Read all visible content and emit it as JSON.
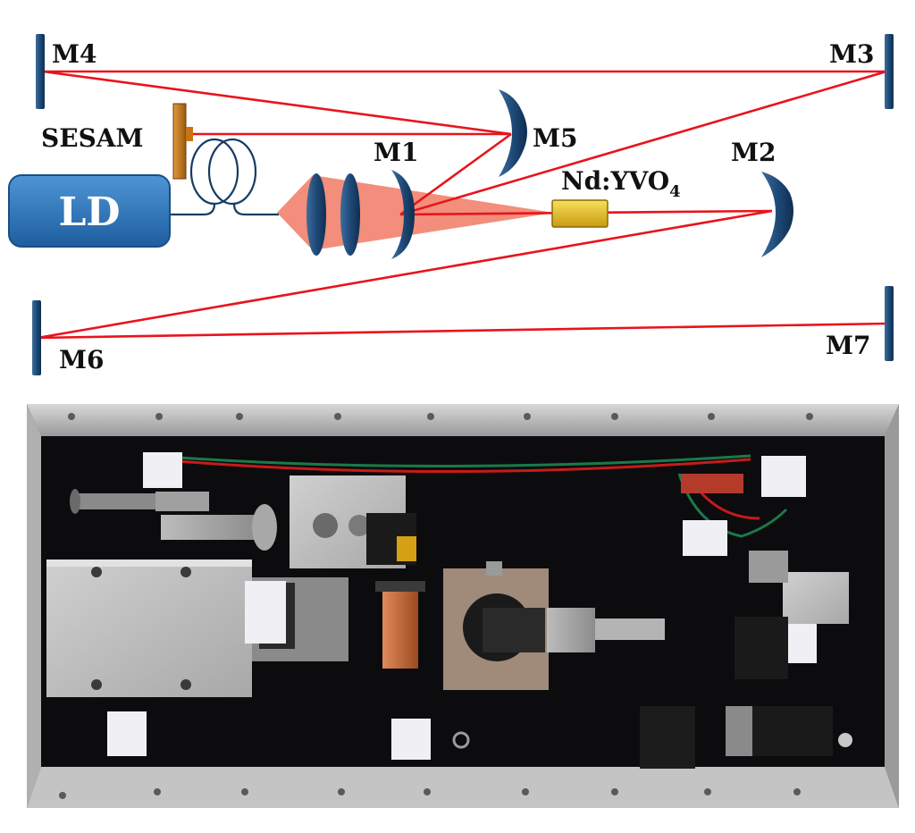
{
  "diagram": {
    "labels": {
      "m1": "M1",
      "m2": "M2",
      "m3": "M3",
      "m4": "M4",
      "m5": "M5",
      "m6": "M6",
      "m7": "M7",
      "sesam": "SESAM",
      "ld": "LD",
      "crystal_main": "Nd:YVO",
      "crystal_sub": "4"
    },
    "colors": {
      "beam": "#e8141c",
      "pump": "#f07a64",
      "mirror": "#1e4a78",
      "ld_box": "#2a72b8",
      "crystal": "#e8c21a",
      "sesam": "#c87414",
      "fiber": "#143c64"
    }
  },
  "photo": {
    "description_visible": false
  }
}
